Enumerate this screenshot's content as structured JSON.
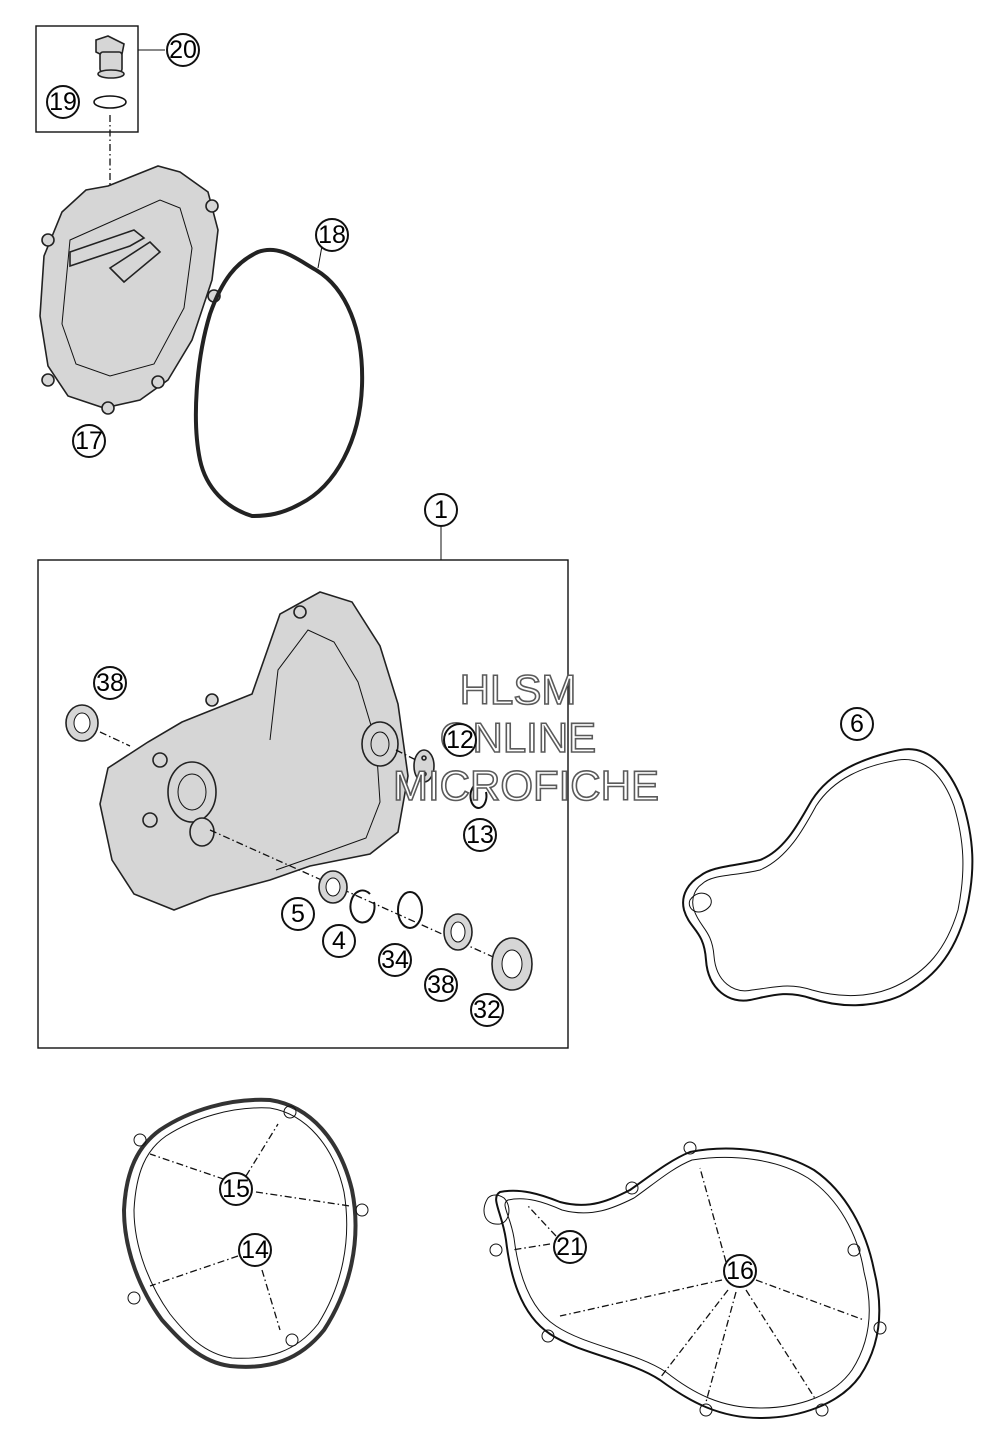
{
  "callouts": [
    {
      "id": "c20",
      "label": "20"
    },
    {
      "id": "c19",
      "label": "19"
    },
    {
      "id": "c18",
      "label": "18"
    },
    {
      "id": "c17",
      "label": "17"
    },
    {
      "id": "c1",
      "label": "1"
    },
    {
      "id": "c38a",
      "label": "38"
    },
    {
      "id": "c12",
      "label": "12"
    },
    {
      "id": "c13",
      "label": "13"
    },
    {
      "id": "c6",
      "label": "6"
    },
    {
      "id": "c5",
      "label": "5"
    },
    {
      "id": "c4",
      "label": "4"
    },
    {
      "id": "c34",
      "label": "34"
    },
    {
      "id": "c38b",
      "label": "38"
    },
    {
      "id": "c32",
      "label": "32"
    },
    {
      "id": "c15",
      "label": "15"
    },
    {
      "id": "c14",
      "label": "14"
    },
    {
      "id": "c21",
      "label": "21"
    },
    {
      "id": "c16",
      "label": "16"
    }
  ],
  "watermark": {
    "line1": "HLSM",
    "line2": "ONLINE",
    "line3": "MICROFICHE"
  }
}
